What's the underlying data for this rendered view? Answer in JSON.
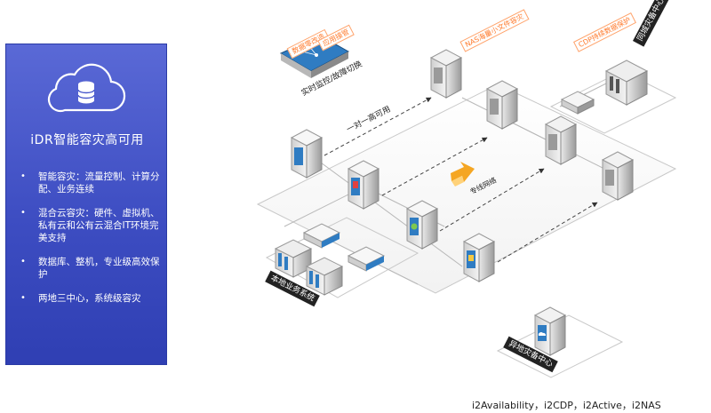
{
  "panel": {
    "title": "iDR智能容灾高可用",
    "icon": "cloud-database-icon",
    "features": [
      "智能容灾：流量控制、计算分配、业务连续",
      "混合云容灾：硬件、虚拟机、私有云和公有云混合IT环境完美支持",
      "数据库、整机，专业级高效保护",
      "两地三中心，系统级容灾"
    ]
  },
  "diagram": {
    "tags": {
      "data_sync": "数据零改造",
      "failover": "应用接管",
      "nas": "NAS海量小文件容灾",
      "cdp": "CDP持续数据保护"
    },
    "labels": {
      "monitor": "实时监控/故障切换",
      "one_to_one": "一对一高可用",
      "dedicated_line": "专线网络",
      "local_system": "本地业务系统",
      "same_city": "同城灾备中心",
      "remote": "异地灾备中心"
    }
  },
  "footer": {
    "products": "i2Availability，i2CDP，i2Active，i2NAS"
  },
  "colors": {
    "panel_top": "#5a69d6",
    "panel_bottom": "#2f3fb3",
    "tag_orange": "#ff7b2e",
    "server_blue": "#2f7cc2",
    "arrow_orange": "#f5a623"
  }
}
